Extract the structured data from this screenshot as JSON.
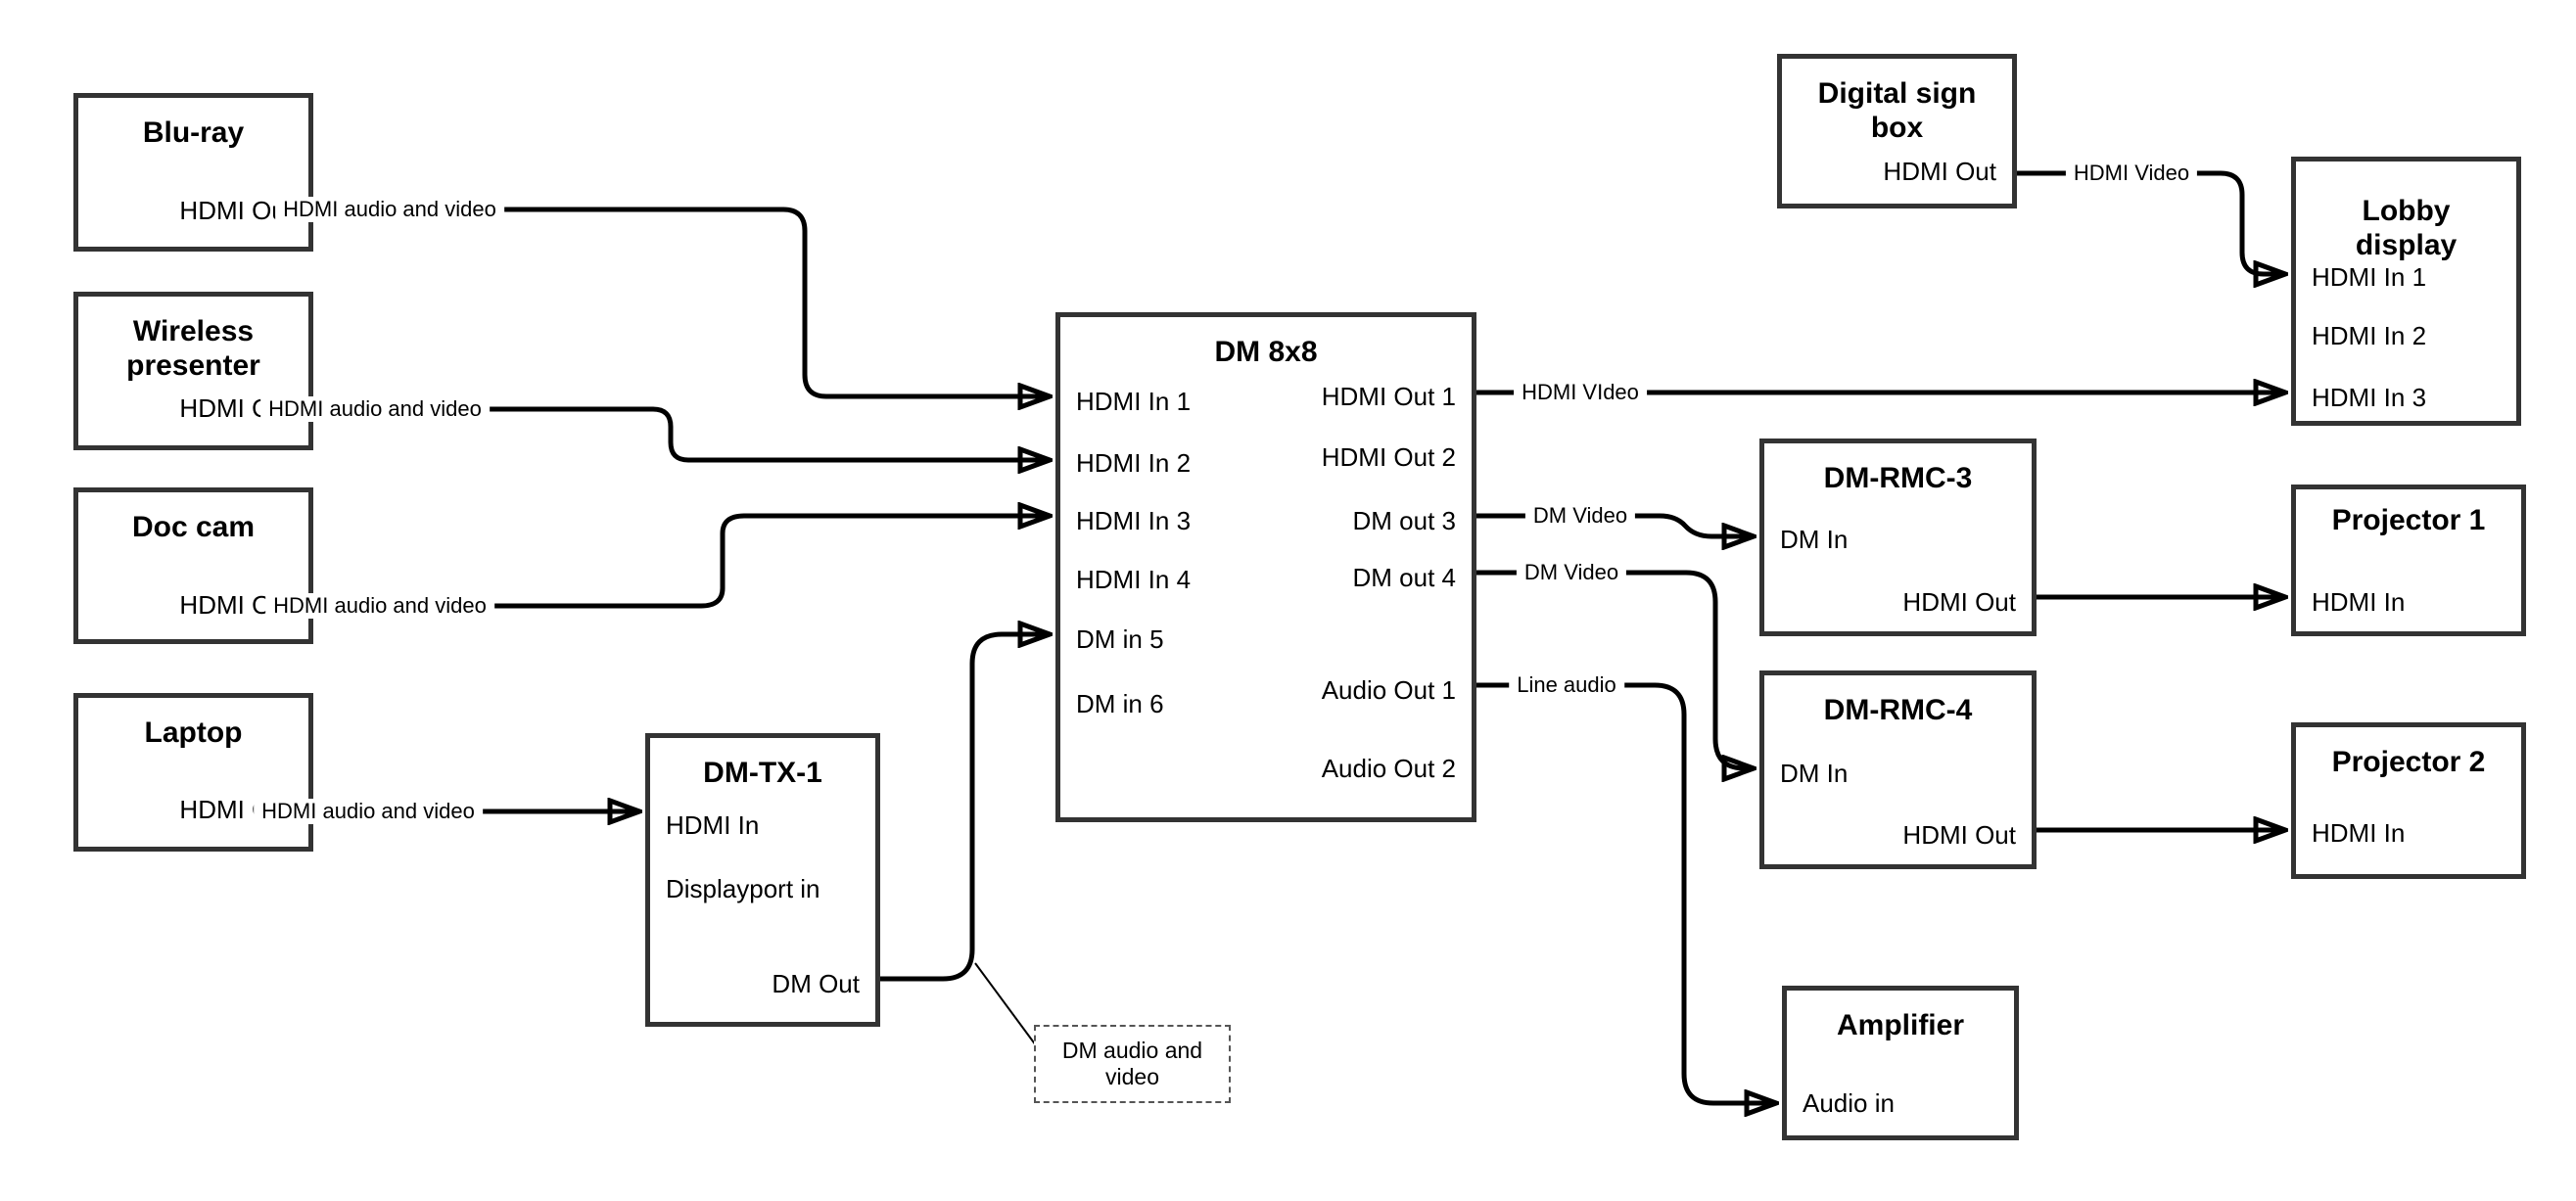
{
  "nodes": {
    "bluray": {
      "title": "Blu-ray",
      "ports": [
        "HDMI Out"
      ]
    },
    "wireless": {
      "title": "Wireless presenter",
      "ports": [
        "HDMI Out"
      ]
    },
    "doccam": {
      "title": "Doc cam",
      "ports": [
        "HDMI Out"
      ]
    },
    "laptop": {
      "title": "Laptop",
      "ports": [
        "HDMI Out"
      ]
    },
    "dmtx1": {
      "title": "DM-TX-1",
      "ports": [
        "HDMI In",
        "Displayport in",
        "DM Out"
      ]
    },
    "dm8x8": {
      "title": "DM 8x8",
      "ports": [
        "HDMI In 1",
        "HDMI In 2",
        "HDMI In 3",
        "HDMI In 4",
        "DM in 5",
        "DM in 6",
        "HDMI Out 1",
        "HDMI Out 2",
        "DM out 3",
        "DM out 4",
        "Audio Out 1",
        "Audio Out 2"
      ]
    },
    "digitalsign": {
      "title": "Digital sign box",
      "ports": [
        "HDMI Out"
      ]
    },
    "lobby": {
      "title": "Lobby display",
      "ports": [
        "HDMI In 1",
        "HDMI In 2",
        "HDMI In 3"
      ]
    },
    "rmc3": {
      "title": "DM-RMC-3",
      "ports": [
        "DM In",
        "HDMI Out"
      ]
    },
    "proj1": {
      "title": "Projector 1",
      "ports": [
        "HDMI In"
      ]
    },
    "rmc4": {
      "title": "DM-RMC-4",
      "ports": [
        "DM In",
        "HDMI Out"
      ]
    },
    "proj2": {
      "title": "Projector 2",
      "ports": [
        "HDMI In"
      ]
    },
    "amp": {
      "title": "Amplifier",
      "ports": [
        "Audio in"
      ]
    }
  },
  "edge_labels": {
    "bluray_dm8x8": "HDMI audio and video",
    "wireless_dm8x8": "HDMI audio and video",
    "doccam_dm8x8": "HDMI audio and video",
    "laptop_dmtx1": "HDMI audio and video",
    "dm8x8_lobby": "HDMI VIdeo",
    "digitalsign_lobby": "HDMI Video",
    "dm8x8_rmc3": "DM Video",
    "dm8x8_rmc4": "DM Video",
    "dm8x8_amp": "Line audio"
  },
  "note": {
    "text": "DM audio and video"
  },
  "colors": {
    "line": "#000000",
    "box_border": "#333333",
    "background": "#ffffff"
  }
}
